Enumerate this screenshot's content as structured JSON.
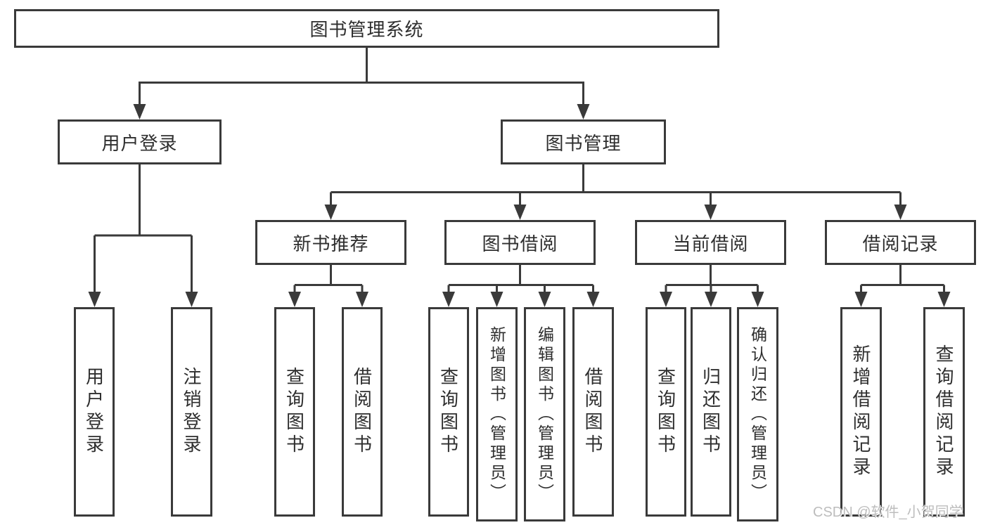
{
  "tree": {
    "root": {
      "label": "图书管理系统"
    },
    "branches": [
      {
        "label": "用户登录",
        "leaves": [
          "用户登录",
          "注销登录"
        ]
      },
      {
        "label": "图书管理",
        "groups": [
          {
            "label": "新书推荐",
            "leaves": [
              "查询图书",
              "借阅图书"
            ]
          },
          {
            "label": "图书借阅",
            "leaves": [
              "查询图书",
              "新增图书（管理员）",
              "编辑图书（管理员）",
              "借阅图书"
            ]
          },
          {
            "label": "当前借阅",
            "leaves": [
              "查询图书",
              "归还图书",
              "确认归还（管理员）"
            ]
          },
          {
            "label": "借阅记录",
            "leaves": [
              "新增借阅记录",
              "查询借阅记录"
            ]
          }
        ]
      }
    ]
  },
  "watermark": {
    "text": "CSDN @软件_小贺同学"
  },
  "colors": {
    "line": "#3a3a3a",
    "text": "#2e2e2e",
    "watermark": "#bdbdbd",
    "background": "#ffffff"
  }
}
